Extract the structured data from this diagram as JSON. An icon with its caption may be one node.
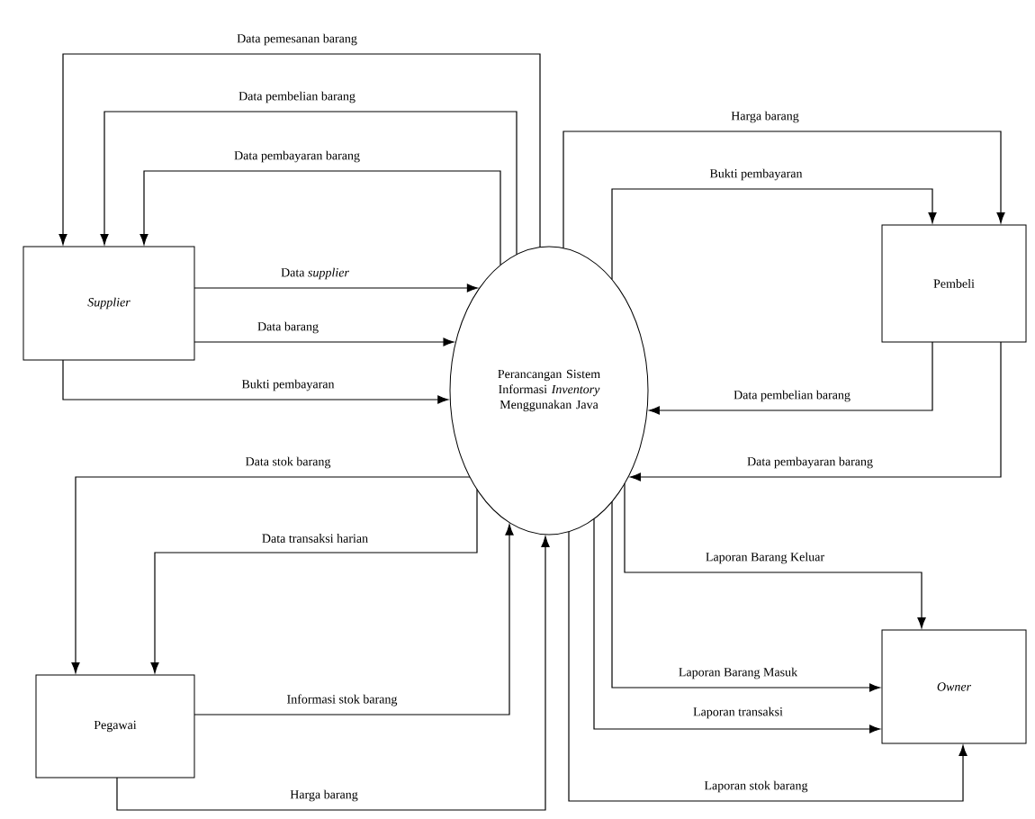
{
  "diagram": {
    "nodes": [
      {
        "text": [
          "Supplier"
        ]
      },
      {
        "text": [
          "Perancangan Sistem Informasi *Inventory* Menggunakan Java"
        ]
      },
      {
        "text": [
          "Pembeli"
        ]
      },
      {
        "text": [
          "Pegawai"
        ]
      },
      {
        "text": [
          "Owner"
        ]
      }
    ],
    "edges": [
      {
        "from": 1,
        "to": 0,
        "arrow": "to",
        "label": "Data pemesanan barang"
      },
      {
        "from": 1,
        "to": 0,
        "arrow": "to",
        "label": "Data pembelian barang"
      },
      {
        "from": 1,
        "to": 0,
        "arrow": "to",
        "label": "Data pembayaran barang"
      },
      {
        "from": 0,
        "to": 1,
        "arrow": "to",
        "label": "Data *supplier*"
      },
      {
        "from": 0,
        "to": 1,
        "arrow": "to",
        "label": "Data barang"
      },
      {
        "from": 0,
        "to": 1,
        "arrow": "to",
        "label": "Bukti pembayaran"
      },
      {
        "from": 1,
        "to": 2,
        "arrow": "to",
        "label": "Harga barang"
      },
      {
        "from": 1,
        "to": 2,
        "arrow": "to",
        "label": "Bukti pembayaran"
      },
      {
        "from": 2,
        "to": 1,
        "arrow": "to",
        "label": "Data pembelian barang"
      },
      {
        "from": 2,
        "to": 1,
        "arrow": "to",
        "label": "Data pembayaran barang"
      },
      {
        "from": 1,
        "to": 3,
        "arrow": "to",
        "label": "Data stok barang"
      },
      {
        "from": 1,
        "to": 3,
        "arrow": "to",
        "label": "Data transaksi harian"
      },
      {
        "from": 3,
        "to": 1,
        "arrow": "to",
        "label": "Informasi stok barang"
      },
      {
        "from": 3,
        "to": 1,
        "arrow": "to",
        "label": "Harga barang"
      },
      {
        "from": 1,
        "to": 4,
        "arrow": "to",
        "label": "Laporan Barang Keluar"
      },
      {
        "from": 1,
        "to": 4,
        "arrow": "to",
        "label": "Laporan Barang Masuk"
      },
      {
        "from": 1,
        "to": 4,
        "arrow": "to",
        "label": "Laporan transaksi"
      },
      {
        "from": 1,
        "to": 4,
        "arrow": "to",
        "label": "Laporan stok barang"
      }
    ]
  }
}
